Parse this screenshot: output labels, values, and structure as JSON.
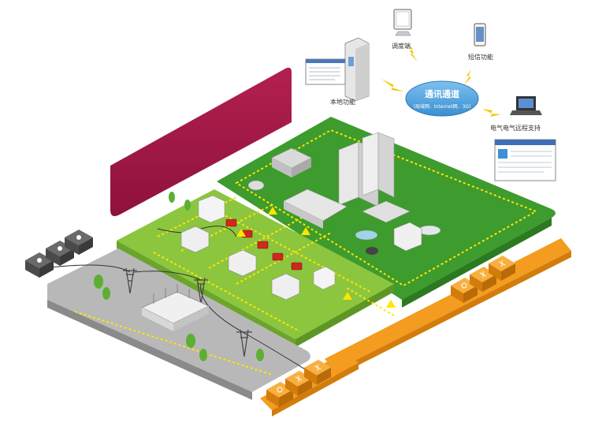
{
  "title": "配电线路架构",
  "comm": {
    "title": "通讯通道",
    "subtitle": "（局域网、Internet网、3G）"
  },
  "labels": {
    "dispatch": "调度端",
    "sms": "短信功能",
    "local": "本地功能",
    "remote": "电气电气远程支持"
  },
  "colors": {
    "banner": "#a81a49",
    "dark_green_zone": "#3e9b2e",
    "light_green_zone": "#8cc63f",
    "gray_zone": "#b8b8b8",
    "orange_track": "#f39c1f",
    "comm_bubble": "#5aa9e6",
    "lightning": "#f5c400",
    "dotted_route": "#ffe600",
    "device": "#d0281e"
  },
  "icons": [
    "monitor-icon",
    "smartphone-icon",
    "laptop-icon",
    "cabinet-icon",
    "lightning-icon",
    "transformer-icon",
    "tower-icon",
    "factory-icon",
    "sun-icon",
    "wind-icon"
  ]
}
